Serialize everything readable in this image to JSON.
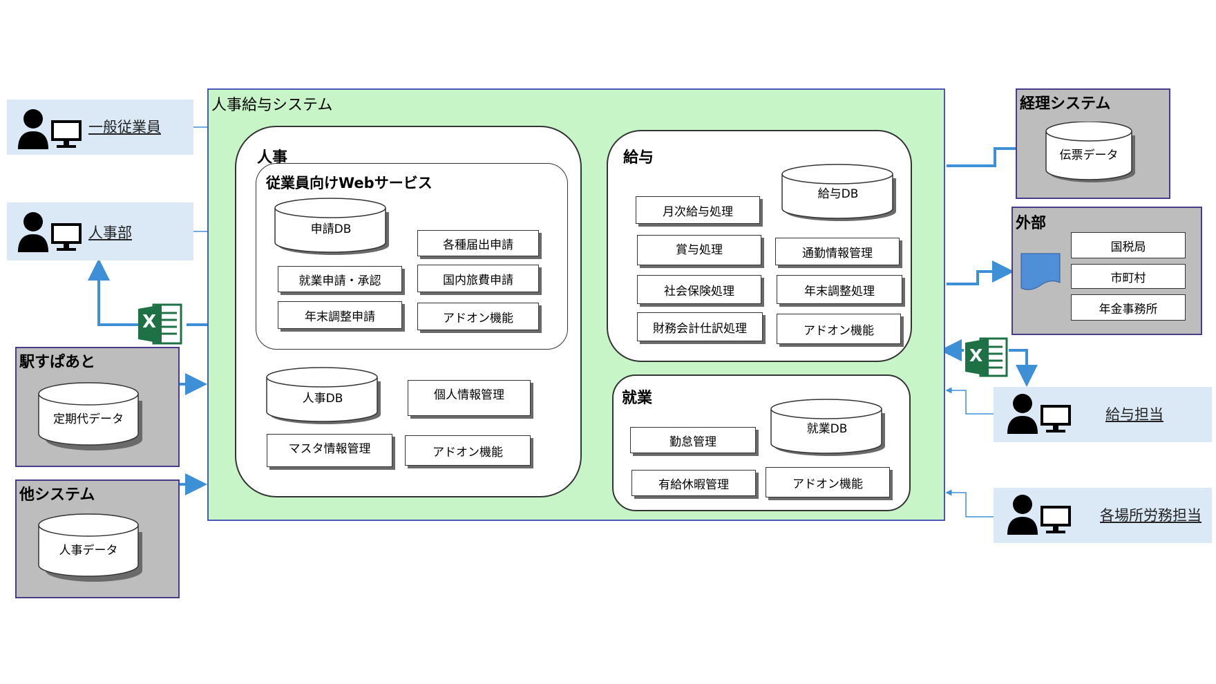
{
  "actors": {
    "general_employee": "一般従業員",
    "hr_dept": "人事部",
    "payroll_staff": "給与担当",
    "site_labor_staff": "各場所労務担当"
  },
  "main_system": {
    "title": "人事給与システム",
    "jinji": {
      "title": "人事",
      "web_service": {
        "title": "従業員向けWebサービス",
        "db": "申請DB",
        "functions": [
          "各種届出申請",
          "就業申請・承認",
          "国内旅費申請",
          "年末調整申請",
          "アドオン機能"
        ]
      },
      "db": "人事DB",
      "functions": [
        "個人情報管理",
        "マスタ情報管理",
        "アドオン機能"
      ]
    },
    "kyuyo": {
      "title": "給与",
      "db": "給与DB",
      "functions": [
        "月次給与処理",
        "賞与処理",
        "通勤情報管理",
        "社会保険処理",
        "年末調整処理",
        "財務会計仕訳処理",
        "アドオン機能"
      ]
    },
    "shugyo": {
      "title": "就業",
      "db": "就業DB",
      "functions": [
        "勤怠管理",
        "有給休暇管理",
        "アドオン機能"
      ]
    }
  },
  "left_systems": {
    "ekisupa": {
      "title": "駅すぱあと",
      "data": "定期代データ"
    },
    "other": {
      "title": "他システム",
      "data": "人事データ"
    }
  },
  "right_systems": {
    "accounting": {
      "title": "経理システム",
      "data": "伝票データ"
    },
    "external": {
      "title": "外部",
      "items": [
        "国税局",
        "市町村",
        "年金事務所"
      ]
    }
  },
  "excel_icon": {
    "glyph": "X",
    "color": "#1e7145"
  },
  "colors": {
    "arrow": "#3d8fd6",
    "main_bg": "#c8f5c8",
    "actor_bg": "#dbe9f7"
  }
}
